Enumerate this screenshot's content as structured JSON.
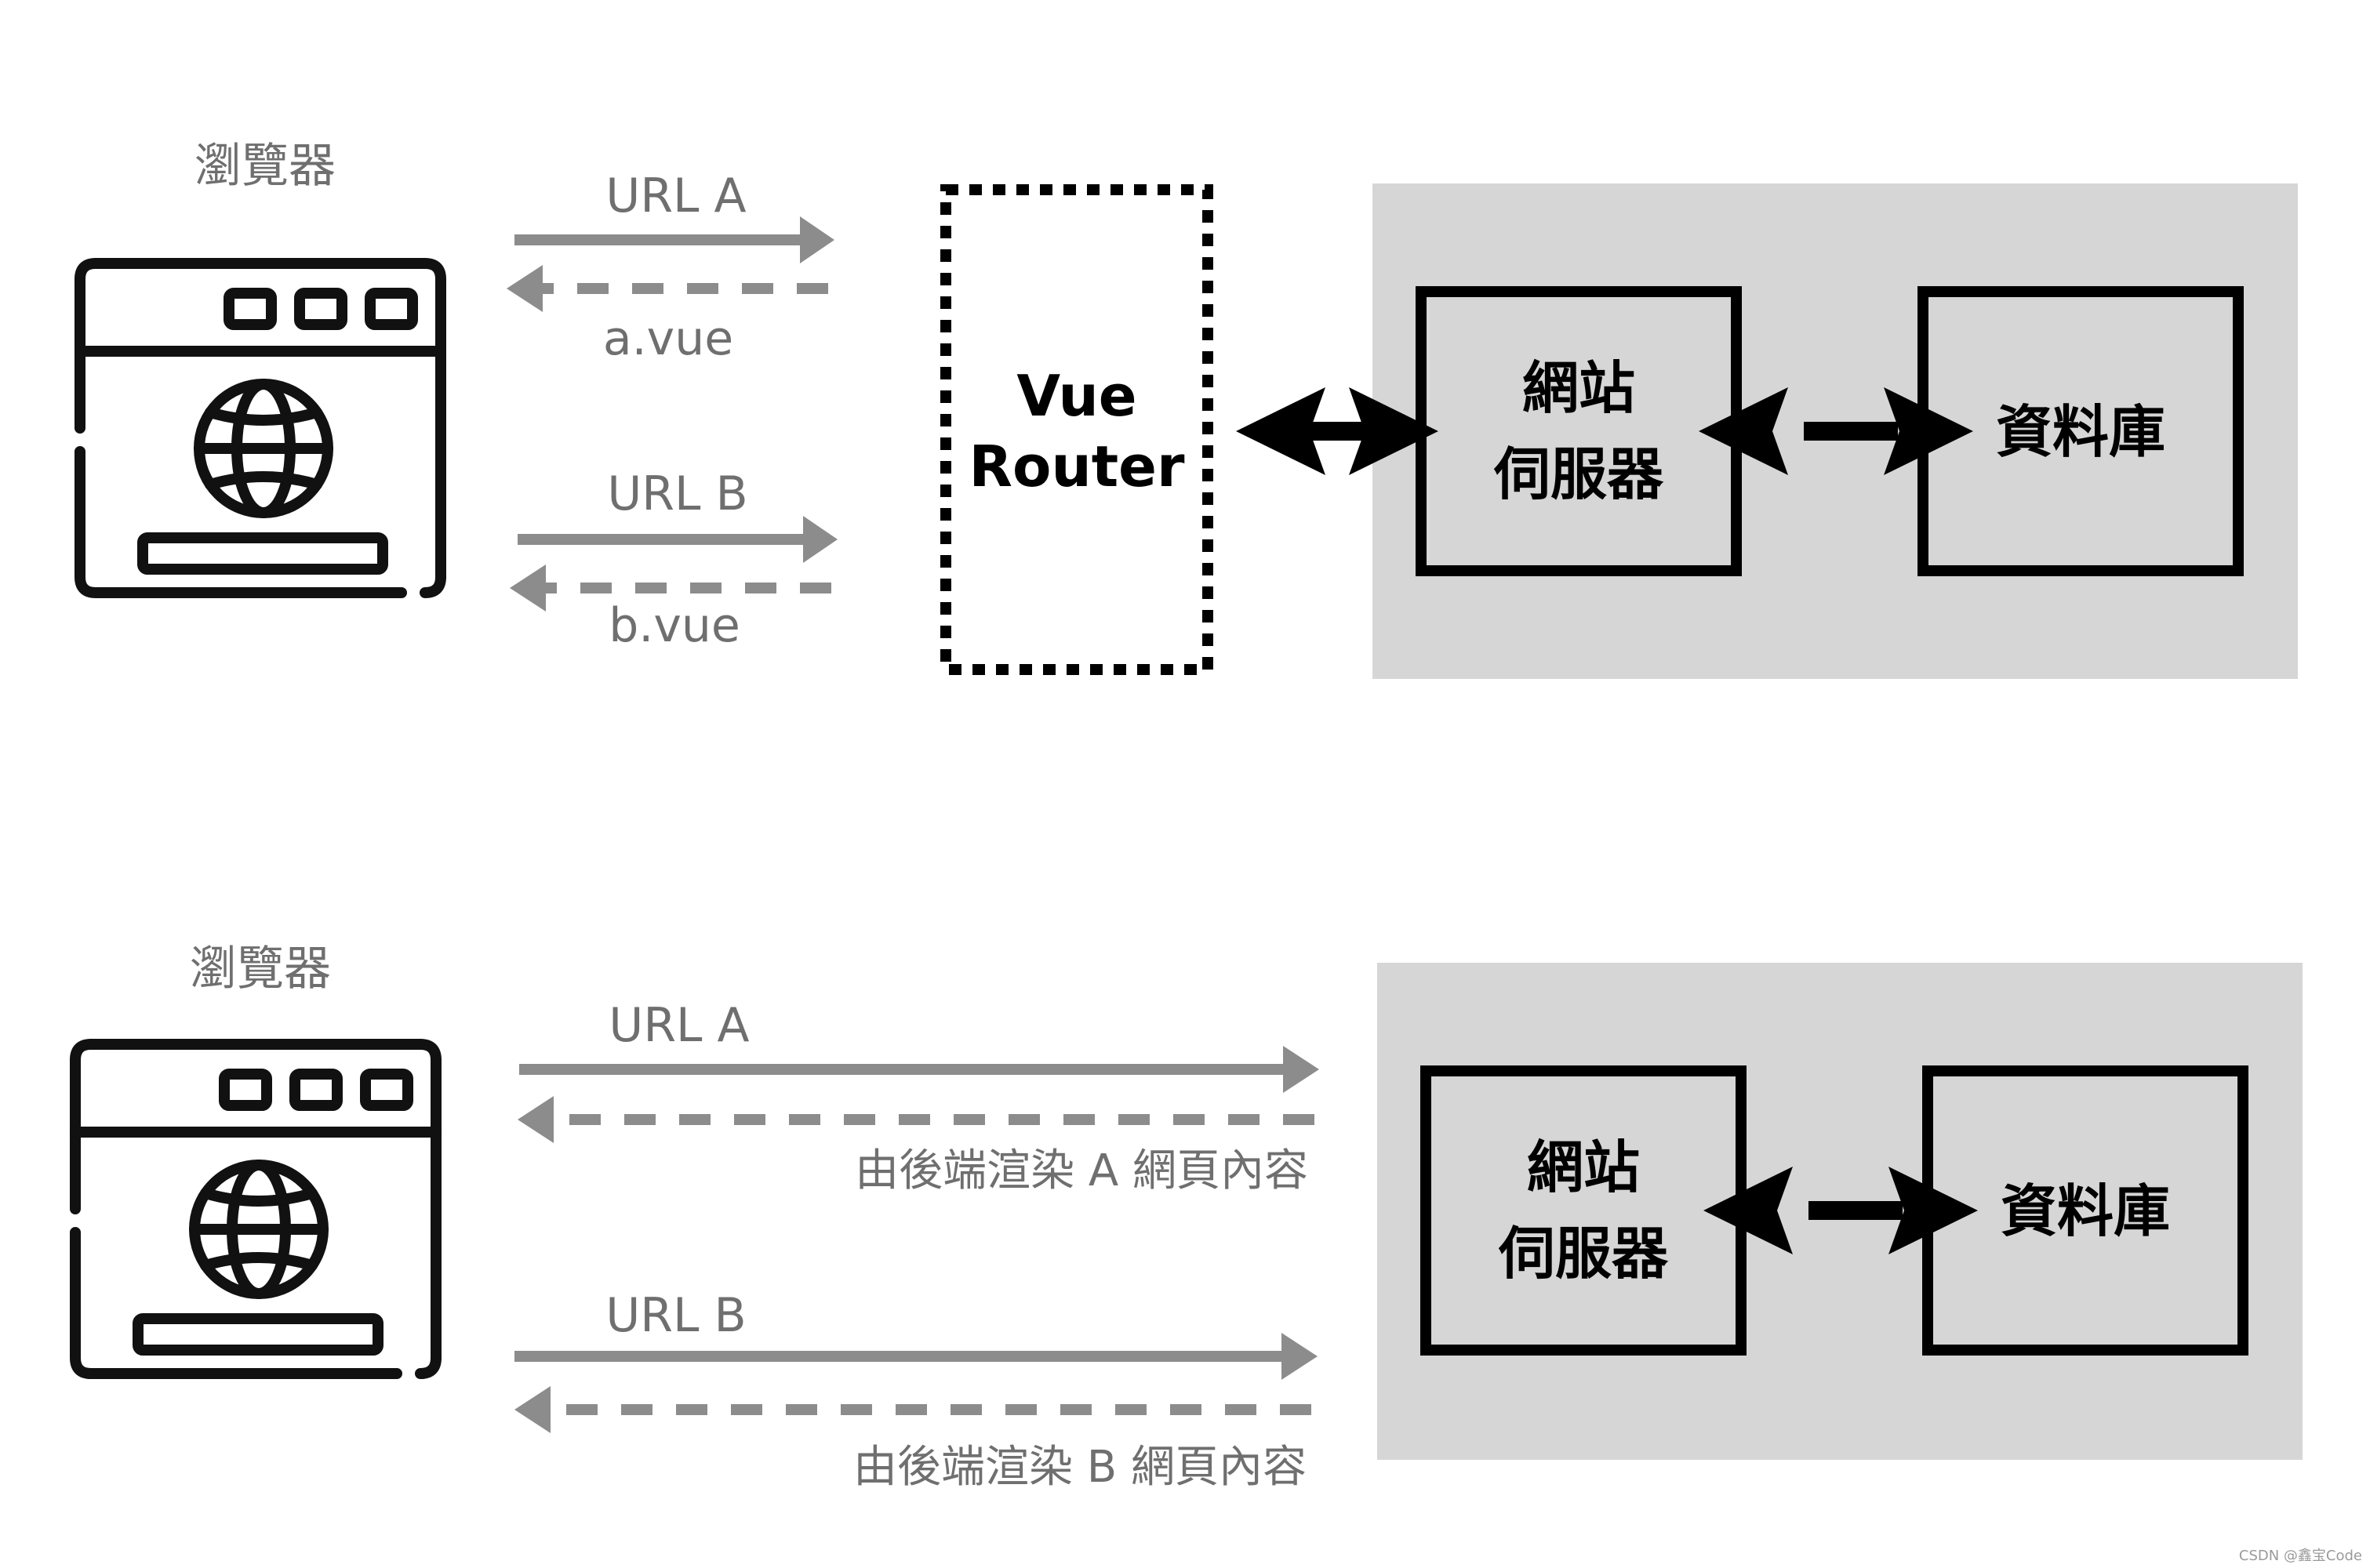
{
  "top_section": {
    "browser_label": "瀏覽器",
    "url_a_label": "URL A",
    "response_a_label": "a.vue",
    "url_b_label": "URL B",
    "response_b_label": "b.vue",
    "router_label_line1": "Vue",
    "router_label_line2": "Router",
    "web_server_line1": "網站",
    "web_server_line2": "伺服器",
    "database_label": "資料庫"
  },
  "bottom_section": {
    "browser_label": "瀏覽器",
    "url_a_label": "URL A",
    "response_a_label": "由後端渲染 A 網頁內容",
    "url_b_label": "URL B",
    "response_b_label": "由後端渲染 B 網頁內容",
    "web_server_line1": "網站",
    "web_server_line2": "伺服器",
    "database_label": "資料庫"
  },
  "watermark": "CSDN @鑫宝Code",
  "icons": {
    "browser": "browser-window-globe-icon"
  },
  "colors": {
    "server_area": "#d6d6d6",
    "request_arrow": "#8c8c8c",
    "stroke": "#000000"
  }
}
